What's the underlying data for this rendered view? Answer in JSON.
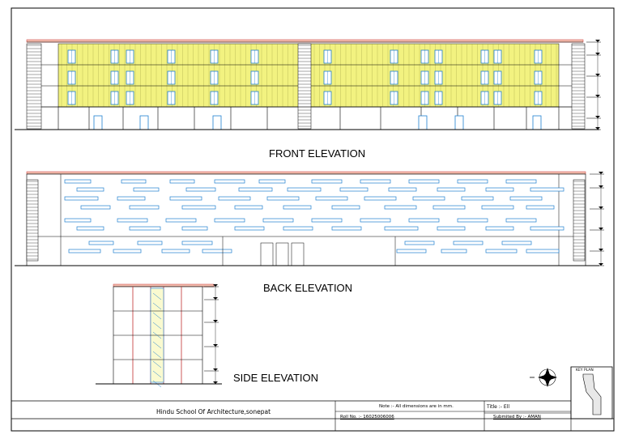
{
  "titles": {
    "front": "FRONT ELEVATION",
    "back": "BACK ELEVATION",
    "side": "SIDE ELEVATION"
  },
  "title_block": {
    "school": "Hindu School Of Architecture,sonepat",
    "note": "Note :- All dimensions are in mm.",
    "roll": "Roll No. :- 16025006006",
    "title": "Title :- Ell",
    "submitted": "Submited By :- AMAN",
    "key_plan": "KEY PLAN"
  },
  "colors": {
    "line": "#000000",
    "glass_yellow": "#f2f280",
    "window_blue": "#1e7fd0",
    "parapet_red": "#d25050",
    "column_red": "#c03030"
  }
}
